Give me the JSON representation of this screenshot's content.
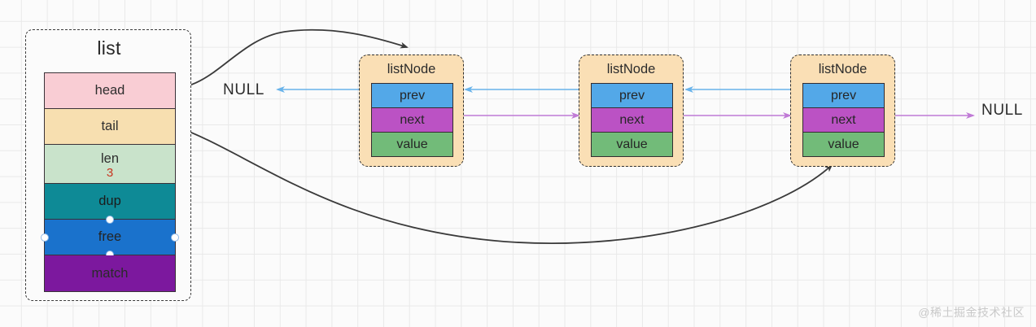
{
  "diagram": {
    "title": "Redis list doubly linked list structure",
    "background": {
      "grid_color": "#e9e9e9",
      "page_color": "#fbfbfb"
    },
    "list_struct": {
      "label": "list",
      "fields": [
        {
          "name": "head",
          "label": "head",
          "color": "#f9cdd4",
          "value": ""
        },
        {
          "name": "tail",
          "label": "tail",
          "color": "#f7dfb0",
          "value": ""
        },
        {
          "name": "len",
          "label": "len",
          "color": "#c9e3cb",
          "value": "3",
          "value_color": "#c8341f"
        },
        {
          "name": "dup",
          "label": "dup",
          "color": "#0e8a96",
          "value": ""
        },
        {
          "name": "free",
          "label": "free",
          "color": "#1a72cc",
          "value": "",
          "selected": true
        },
        {
          "name": "match",
          "label": "match",
          "color": "#7c189e",
          "value": ""
        }
      ]
    },
    "nodes": [
      {
        "id": "node-1",
        "label": "listNode",
        "fields": [
          {
            "name": "prev",
            "label": "prev",
            "color": "#53a8e8"
          },
          {
            "name": "next",
            "label": "next",
            "color": "#bb52c4"
          },
          {
            "name": "value",
            "label": "value",
            "color": "#72bb79"
          }
        ]
      },
      {
        "id": "node-2",
        "label": "listNode",
        "fields": [
          {
            "name": "prev",
            "label": "prev",
            "color": "#53a8e8"
          },
          {
            "name": "next",
            "label": "next",
            "color": "#bb52c4"
          },
          {
            "name": "value",
            "label": "value",
            "color": "#72bb79"
          }
        ]
      },
      {
        "id": "node-3",
        "label": "listNode",
        "fields": [
          {
            "name": "prev",
            "label": "prev",
            "color": "#53a8e8"
          },
          {
            "name": "next",
            "label": "next",
            "color": "#bb52c4"
          },
          {
            "name": "value",
            "label": "value",
            "color": "#72bb79"
          }
        ]
      }
    ],
    "null_labels": [
      {
        "name": "null-head-prev",
        "text": "NULL"
      },
      {
        "name": "null-tail-next",
        "text": "NULL"
      }
    ],
    "edges": [
      {
        "name": "head-to-node1",
        "from": "list.head",
        "to": "node-1.top",
        "color": "#3a3a3a",
        "style": "curved-arrow"
      },
      {
        "name": "tail-to-node3",
        "from": "list.tail",
        "to": "node-3.bottom",
        "color": "#3a3a3a",
        "style": "curved-arrow"
      },
      {
        "name": "node1-prev-null",
        "from": "node-1.prev",
        "to": "NULL",
        "color": "#69b3ea",
        "style": "straight-arrow-left"
      },
      {
        "name": "node2-prev-node1",
        "from": "node-2.prev",
        "to": "node-1",
        "color": "#69b3ea",
        "style": "straight-arrow-left"
      },
      {
        "name": "node3-prev-node2",
        "from": "node-3.prev",
        "to": "node-2",
        "color": "#69b3ea",
        "style": "straight-arrow-left"
      },
      {
        "name": "node1-next-node2",
        "from": "node-1.next",
        "to": "node-2",
        "color": "#c07ad6",
        "style": "straight-arrow-right"
      },
      {
        "name": "node2-next-node3",
        "from": "node-2.next",
        "to": "node-3",
        "color": "#c07ad6",
        "style": "straight-arrow-right"
      },
      {
        "name": "node3-next-null",
        "from": "node-3.next",
        "to": "NULL",
        "color": "#c07ad6",
        "style": "straight-arrow-right"
      }
    ],
    "watermark": "@稀土掘金技术社区"
  }
}
